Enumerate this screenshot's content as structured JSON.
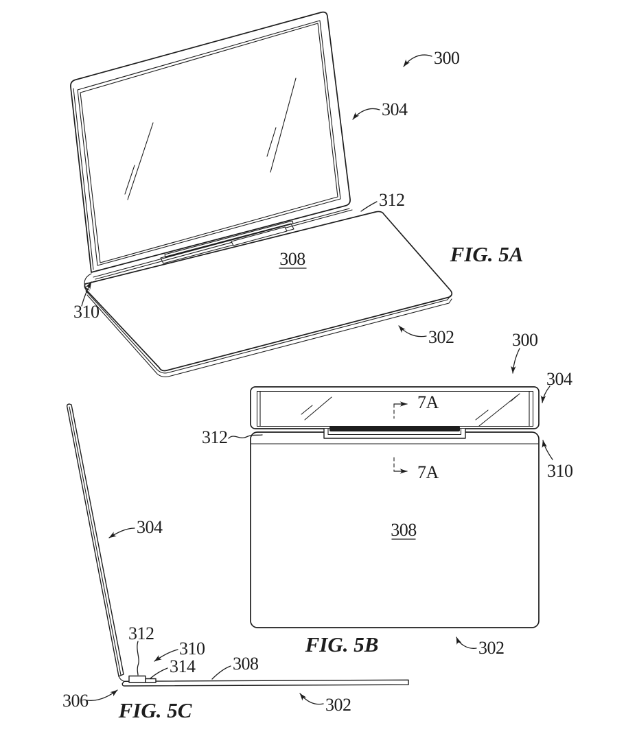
{
  "colors": {
    "background": "#ffffff",
    "ink": "#1d1d1d"
  },
  "fig5a": {
    "caption": "FIG. 5A",
    "labels": {
      "assembly": "300",
      "display_housing": "304",
      "hinge_cover": "312",
      "input_surface": "308",
      "hinge": "310",
      "base_housing": "302"
    }
  },
  "fig5b": {
    "caption": "FIG. 5B",
    "section_marker": "7A",
    "labels": {
      "assembly": "300",
      "display_housing": "304",
      "hinge_cover": "312",
      "hinge": "310",
      "input_surface": "308",
      "base_housing": "302"
    }
  },
  "fig5c": {
    "caption": "FIG. 5C",
    "labels": {
      "display_housing": "304",
      "hinge_cover": "312",
      "hinge": "310",
      "support": "314",
      "input_surface": "308",
      "front_corner": "306",
      "base_housing": "302"
    }
  }
}
